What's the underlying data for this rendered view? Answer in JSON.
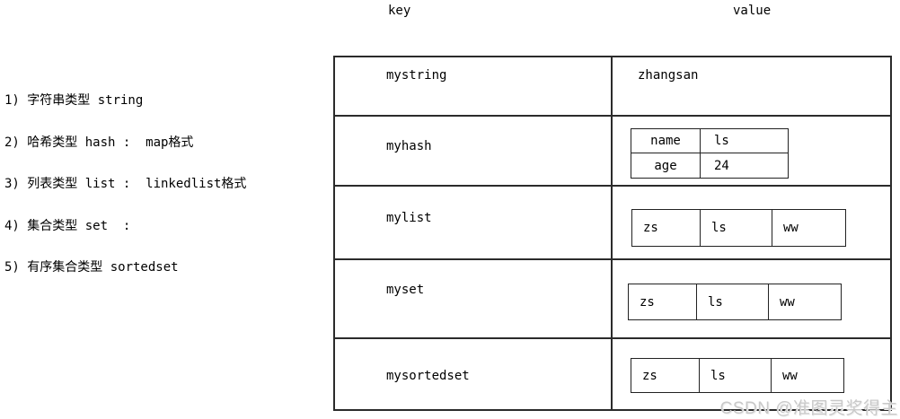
{
  "notes": {
    "lines": [
      "1) 字符串类型 string",
      "2) 哈希类型 hash :  map格式",
      "3) 列表类型 list :  linkedlist格式",
      "4) 集合类型 set  :",
      "5) 有序集合类型 sortedset"
    ]
  },
  "table": {
    "header": {
      "key": "key",
      "value": "value"
    },
    "rows": [
      {
        "key": "mystring",
        "value": "zhangsan"
      },
      {
        "key": "myhash",
        "entries": [
          {
            "field": "name",
            "value": "ls"
          },
          {
            "field": "age",
            "value": "24"
          }
        ]
      },
      {
        "key": "mylist",
        "items": [
          "zs",
          "ls",
          "ww"
        ]
      },
      {
        "key": "myset",
        "items": [
          "zs",
          "ls",
          "ww"
        ]
      },
      {
        "key": "mysortedset",
        "items": [
          "zs",
          "ls",
          "ww"
        ]
      }
    ]
  },
  "watermark": {
    "text": "CSDN @准图灵奖得主",
    "color": "#c9c9c9"
  },
  "colors": {
    "background": "#ffffff",
    "border": "#2b2b2b",
    "text": "#000000"
  }
}
